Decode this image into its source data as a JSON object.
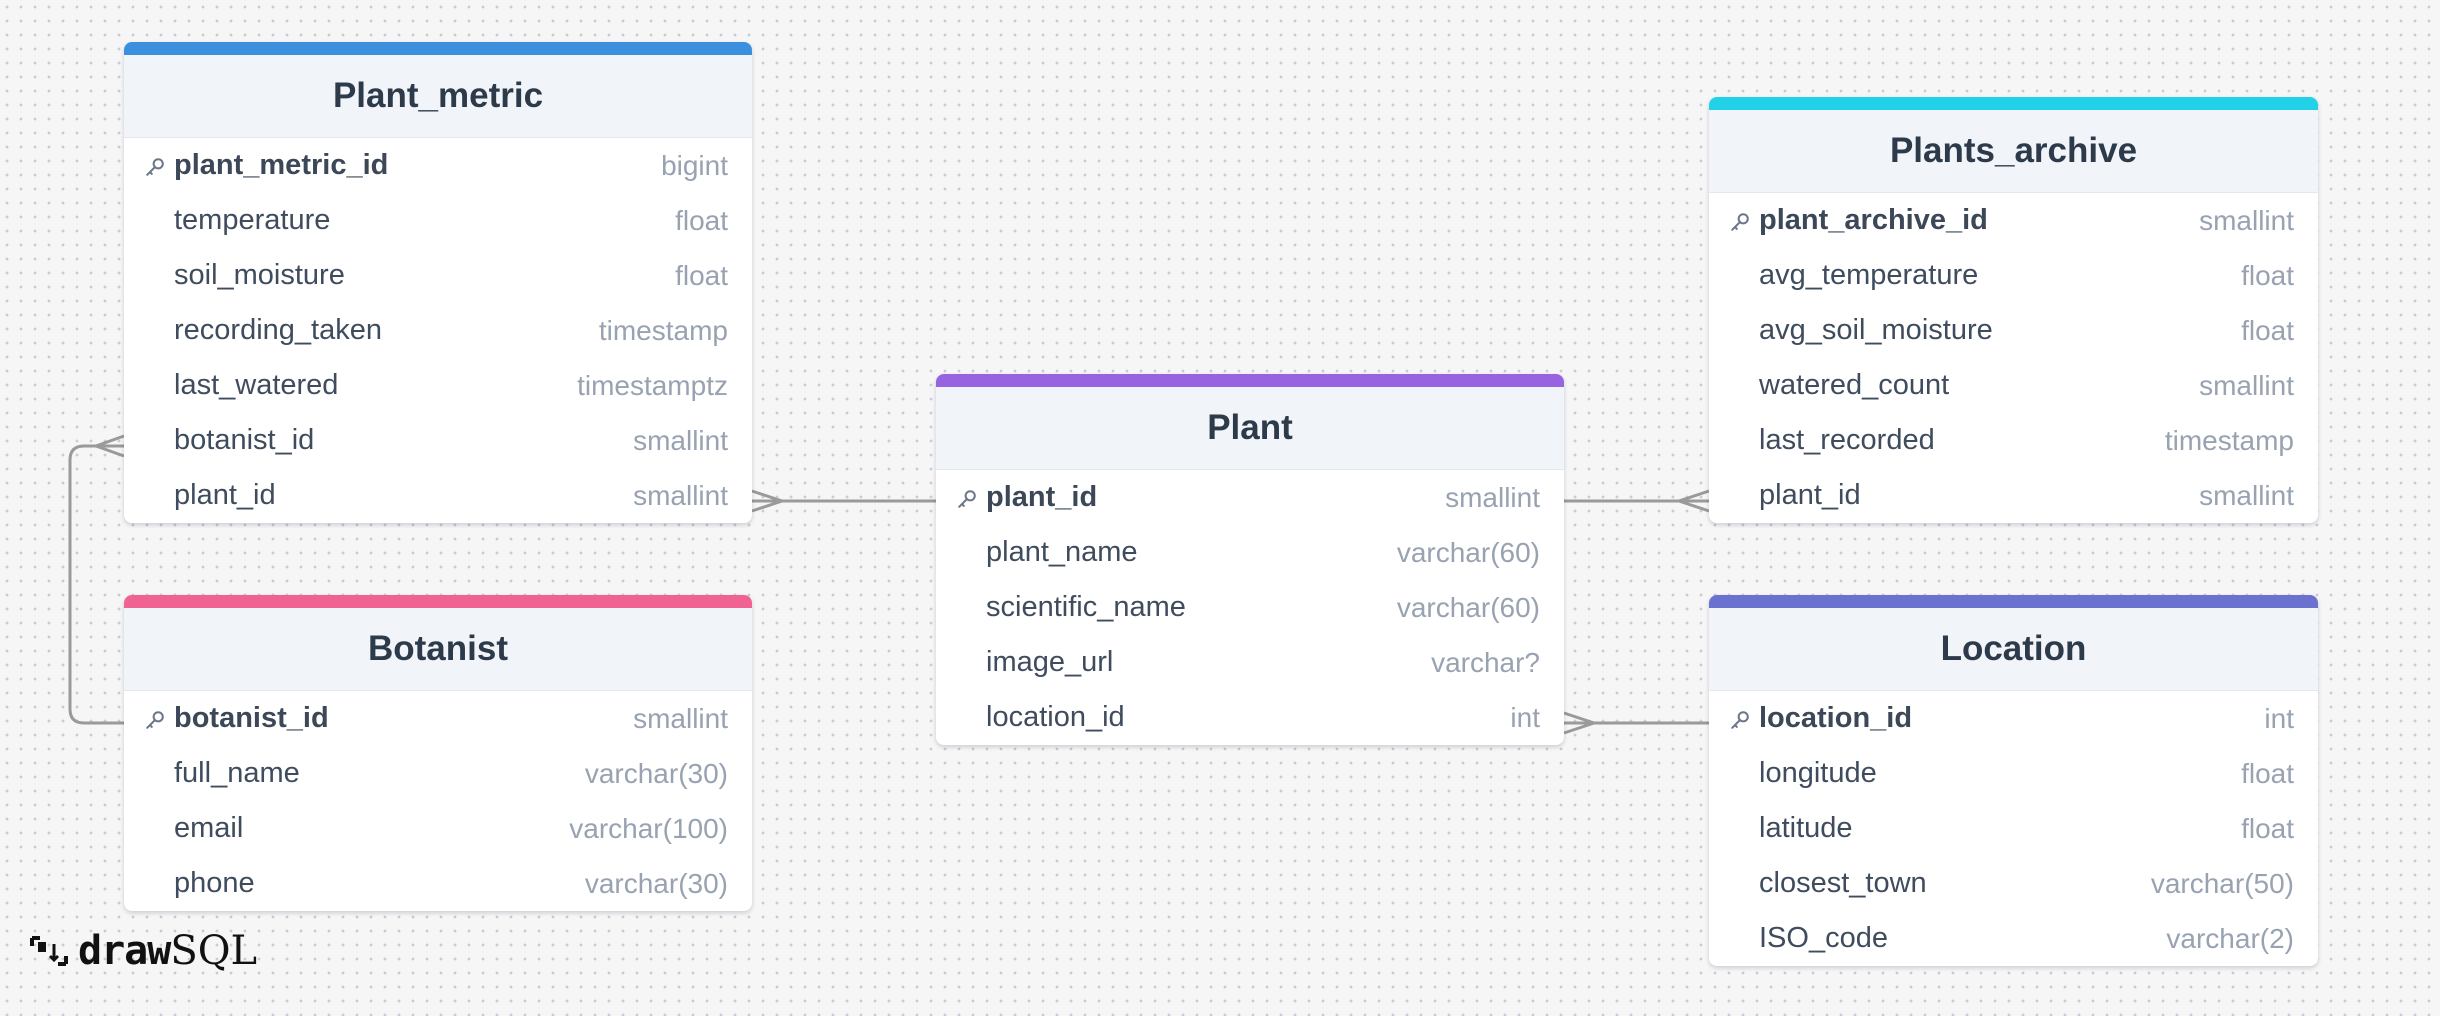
{
  "tables": {
    "plant_metric": {
      "name": "Plant_metric",
      "color": "#3b8fdf",
      "columns": [
        {
          "name": "plant_metric_id",
          "type": "bigint",
          "pk": true
        },
        {
          "name": "temperature",
          "type": "float"
        },
        {
          "name": "soil_moisture",
          "type": "float"
        },
        {
          "name": "recording_taken",
          "type": "timestamp"
        },
        {
          "name": "last_watered",
          "type": "timestamptz"
        },
        {
          "name": "botanist_id",
          "type": "smallint"
        },
        {
          "name": "plant_id",
          "type": "smallint"
        }
      ]
    },
    "botanist": {
      "name": "Botanist",
      "color": "#f06292",
      "columns": [
        {
          "name": "botanist_id",
          "type": "smallint",
          "pk": true
        },
        {
          "name": "full_name",
          "type": "varchar(30)"
        },
        {
          "name": "email",
          "type": "varchar(100)"
        },
        {
          "name": "phone",
          "type": "varchar(30)"
        }
      ]
    },
    "plant": {
      "name": "Plant",
      "color": "#9863e0",
      "columns": [
        {
          "name": "plant_id",
          "type": "smallint",
          "pk": true
        },
        {
          "name": "plant_name",
          "type": "varchar(60)"
        },
        {
          "name": "scientific_name",
          "type": "varchar(60)"
        },
        {
          "name": "image_url",
          "type": "varchar?"
        },
        {
          "name": "location_id",
          "type": "int"
        }
      ]
    },
    "plants_archive": {
      "name": "Plants_archive",
      "color": "#22d0e8",
      "columns": [
        {
          "name": "plant_archive_id",
          "type": "smallint",
          "pk": true
        },
        {
          "name": "avg_temperature",
          "type": "float"
        },
        {
          "name": "avg_soil_moisture",
          "type": "float"
        },
        {
          "name": "watered_count",
          "type": "smallint"
        },
        {
          "name": "last_recorded",
          "type": "timestamp"
        },
        {
          "name": "plant_id",
          "type": "smallint"
        }
      ]
    },
    "location": {
      "name": "Location",
      "color": "#6a71cf",
      "columns": [
        {
          "name": "location_id",
          "type": "int",
          "pk": true
        },
        {
          "name": "longitude",
          "type": "float"
        },
        {
          "name": "latitude",
          "type": "float"
        },
        {
          "name": "closest_town",
          "type": "varchar(50)"
        },
        {
          "name": "ISO_code",
          "type": "varchar(2)"
        }
      ]
    }
  },
  "relationships": [
    {
      "from": "Plant_metric.botanist_id",
      "to": "Botanist.botanist_id"
    },
    {
      "from": "Plant_metric.plant_id",
      "to": "Plant.plant_id"
    },
    {
      "from": "Plants_archive.plant_id",
      "to": "Plant.plant_id"
    },
    {
      "from": "Plant.location_id",
      "to": "Location.location_id"
    }
  ],
  "logo": {
    "part1": "draw",
    "part2": "SQL"
  }
}
